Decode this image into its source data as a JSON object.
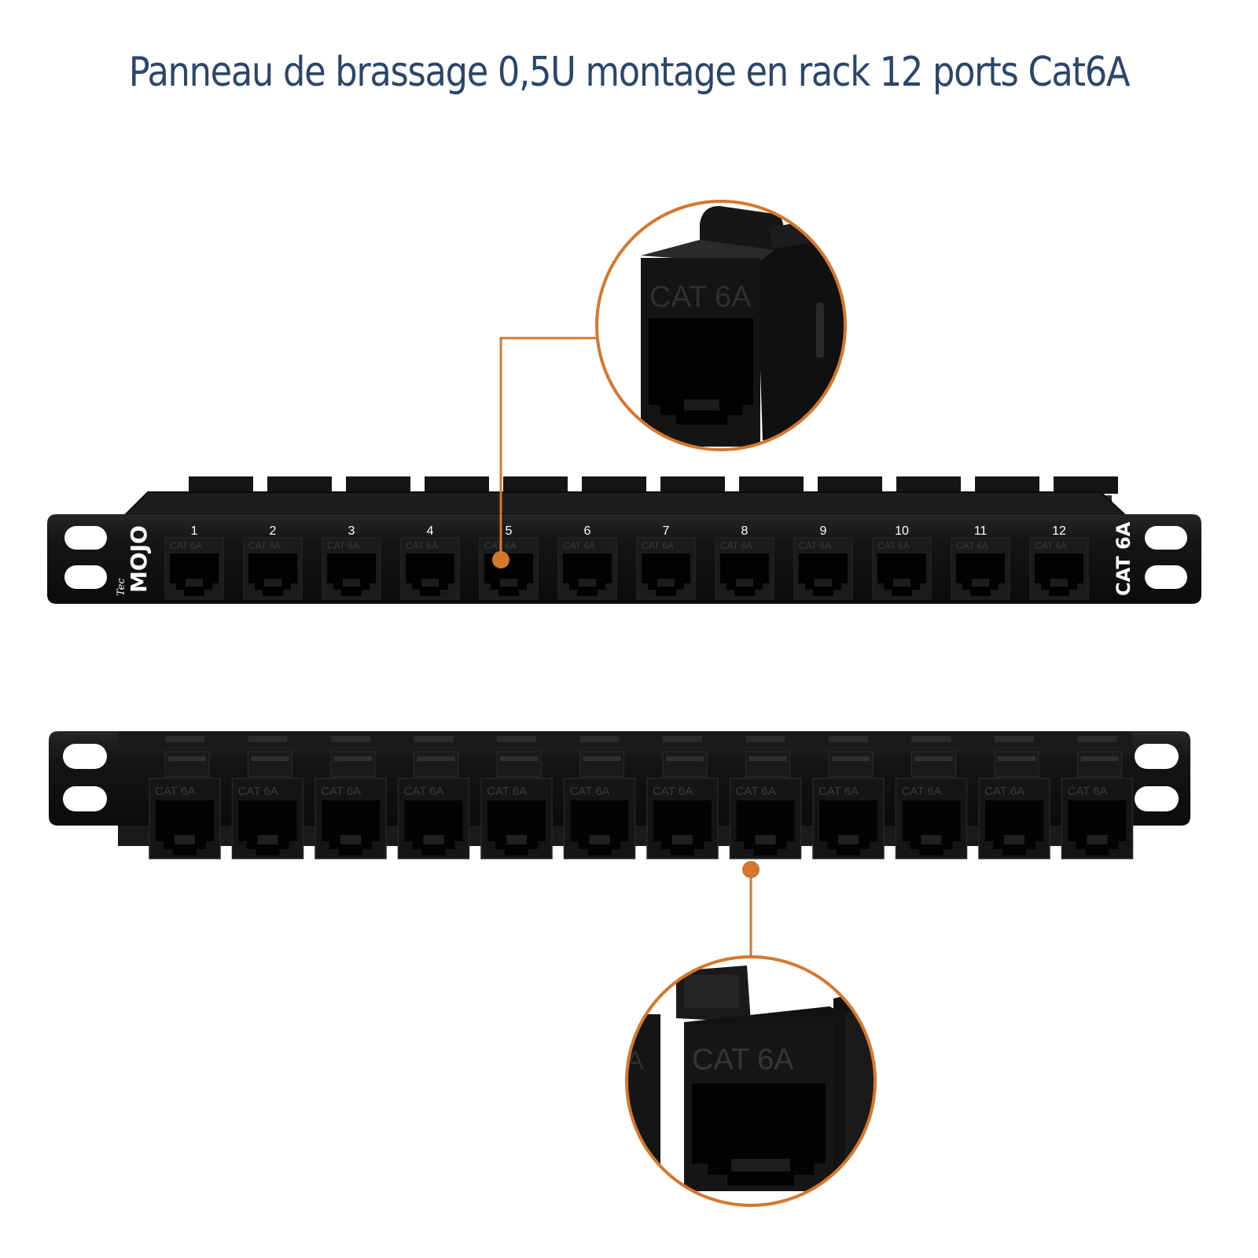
{
  "title": "Panneau de brassage 0,5U montage en rack 12 ports Cat6A",
  "brand": {
    "small": "Tec",
    "name": "MOJO"
  },
  "panel_label": "CAT 6A",
  "port_numbers": [
    "1",
    "2",
    "3",
    "4",
    "5",
    "6",
    "7",
    "8",
    "9",
    "10",
    "11",
    "12"
  ],
  "jack_label": "CAT 6A",
  "colors": {
    "title": "#2b4668",
    "accent": "#d4782f",
    "panel": "#121212",
    "background": "#ffffff"
  }
}
